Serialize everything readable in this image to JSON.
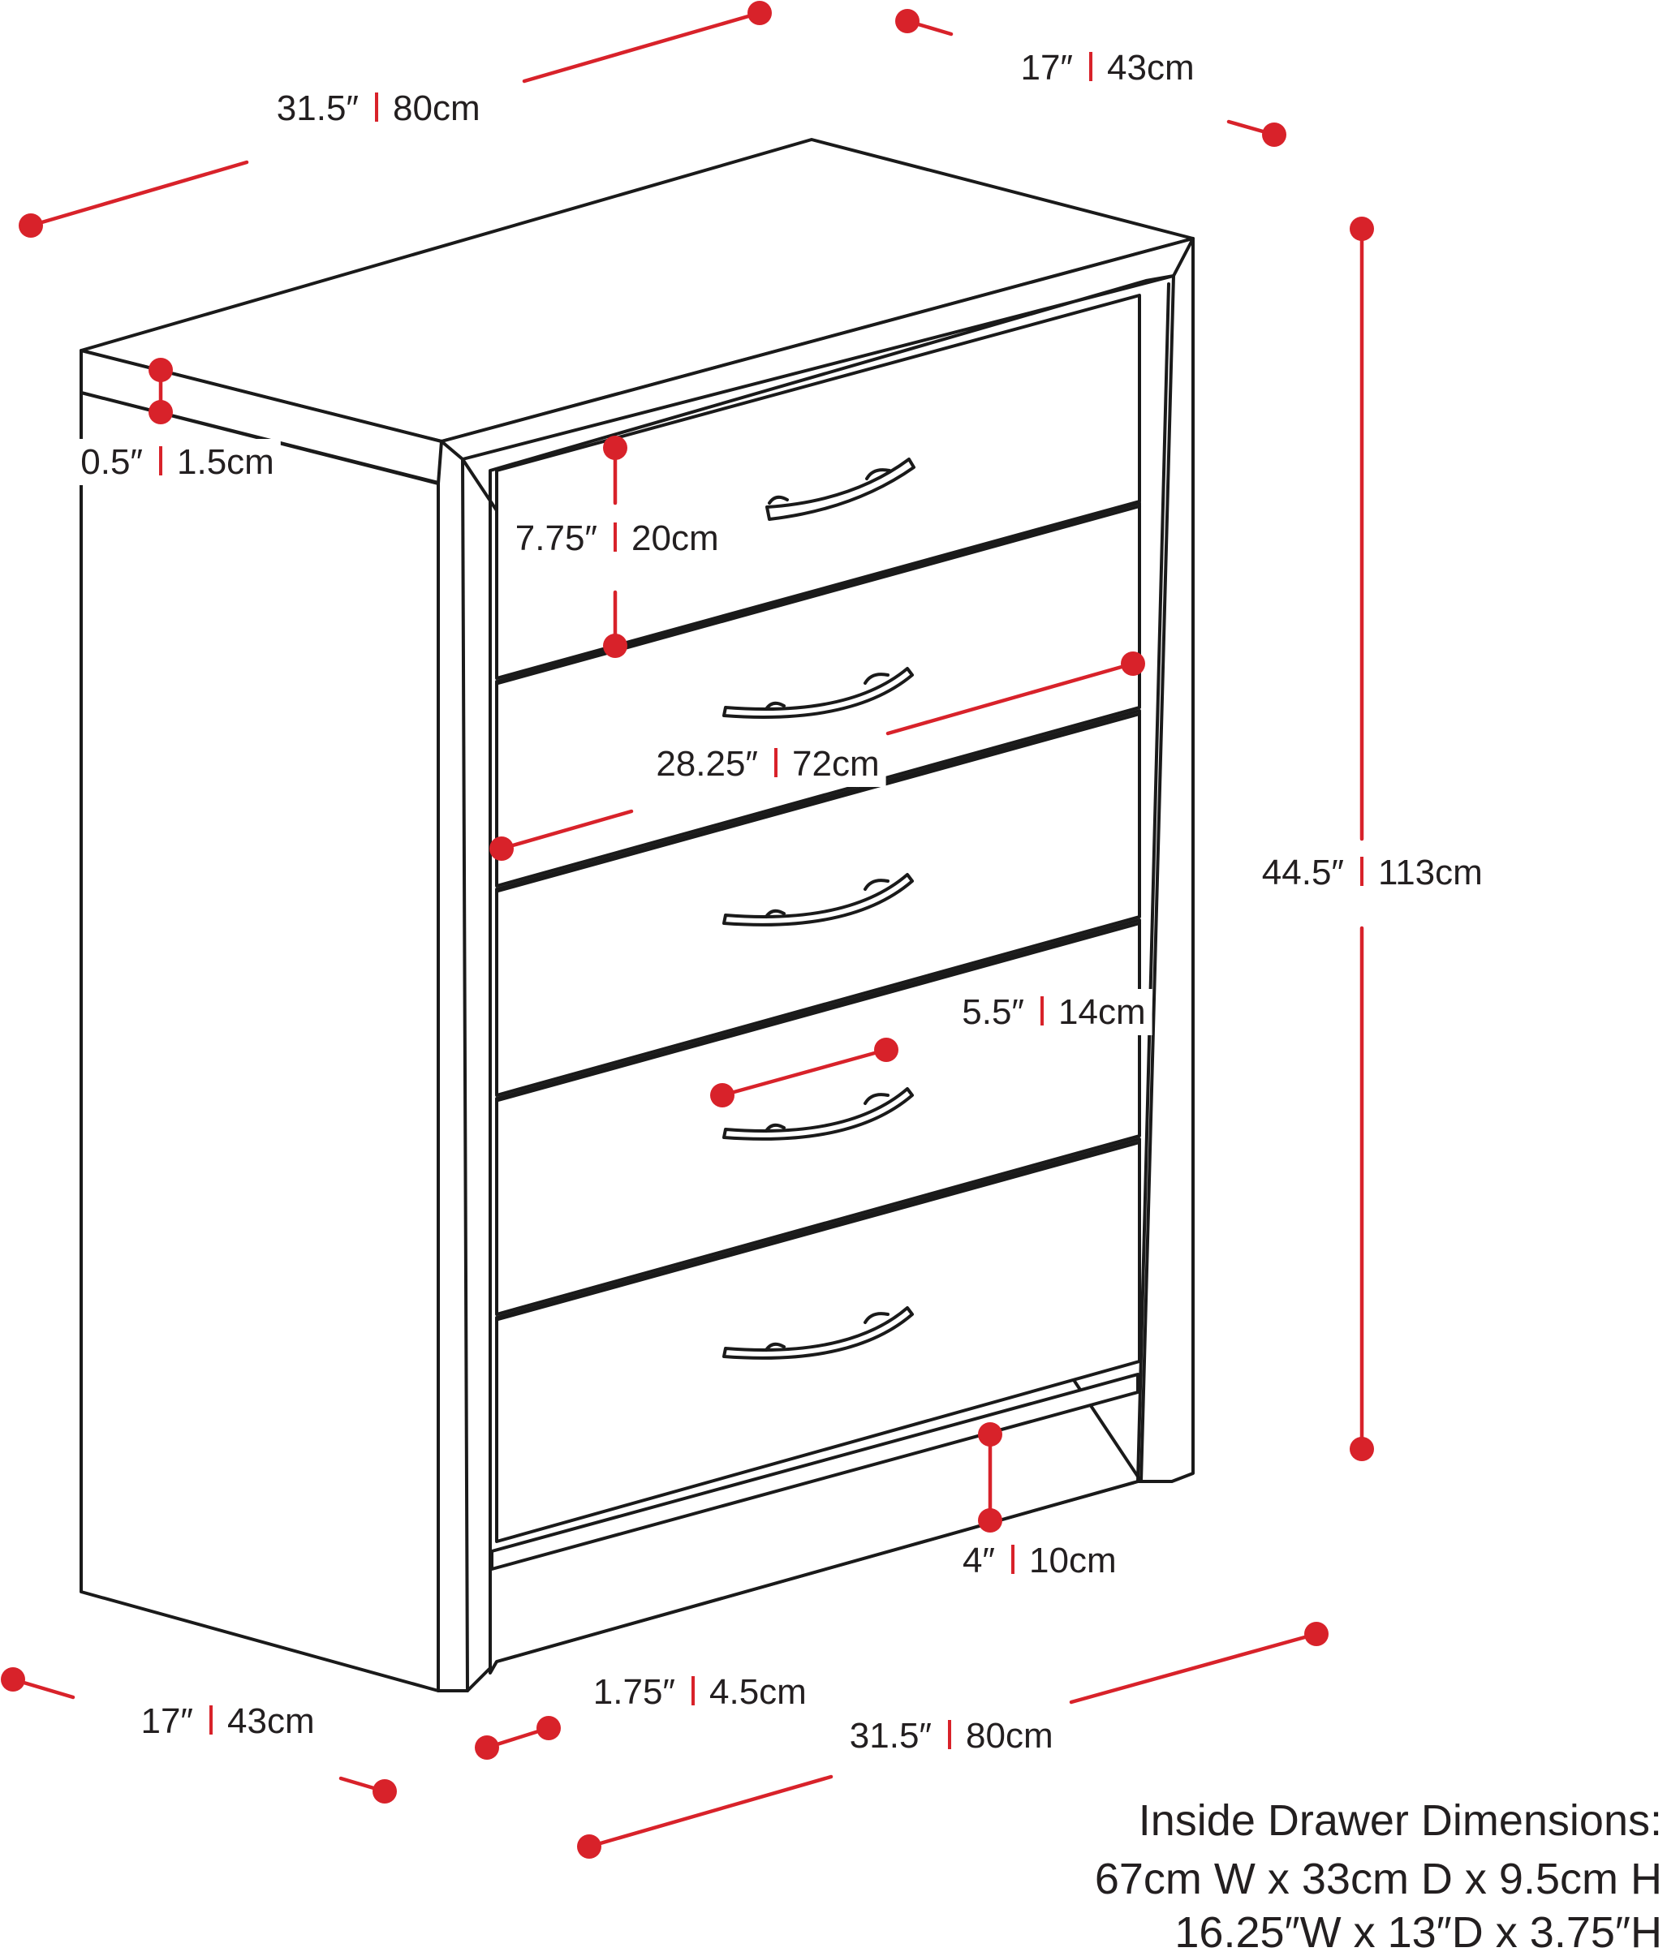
{
  "colors": {
    "dimension": "#d8222a",
    "outline": "#1a1a1a",
    "text": "#231f20",
    "background": "#ffffff"
  },
  "separator": "|",
  "dimensions": {
    "top_width": {
      "imperial": "31.5″",
      "metric": "80cm"
    },
    "top_depth": {
      "imperial": "17″",
      "metric": "43cm"
    },
    "top_thickness": {
      "imperial": "0.5″",
      "metric": "1.5cm"
    },
    "drawer_height": {
      "imperial": "7.75″",
      "metric": "20cm"
    },
    "drawer_width": {
      "imperial": "28.25″",
      "metric": "72cm"
    },
    "overall_height": {
      "imperial": "44.5″",
      "metric": "113cm"
    },
    "handle_width": {
      "imperial": "5.5″",
      "metric": "14cm"
    },
    "base_height": {
      "imperial": "4″",
      "metric": "10cm"
    },
    "bottom_depth": {
      "imperial": "17″",
      "metric": "43cm"
    },
    "frame_thickness": {
      "imperial": "1.75″",
      "metric": "4.5cm"
    },
    "bottom_width": {
      "imperial": "31.5″",
      "metric": "80cm"
    }
  },
  "inside_drawer": {
    "title": "Inside Drawer Dimensions:",
    "metric": "67cm W x 33cm D x 9.5cm H",
    "imperial": "16.25″W x 13″D x 3.75″H"
  },
  "icons": {
    "handle": "drawer-handle-icon",
    "endpoint": "dimension-endpoint-dot"
  }
}
